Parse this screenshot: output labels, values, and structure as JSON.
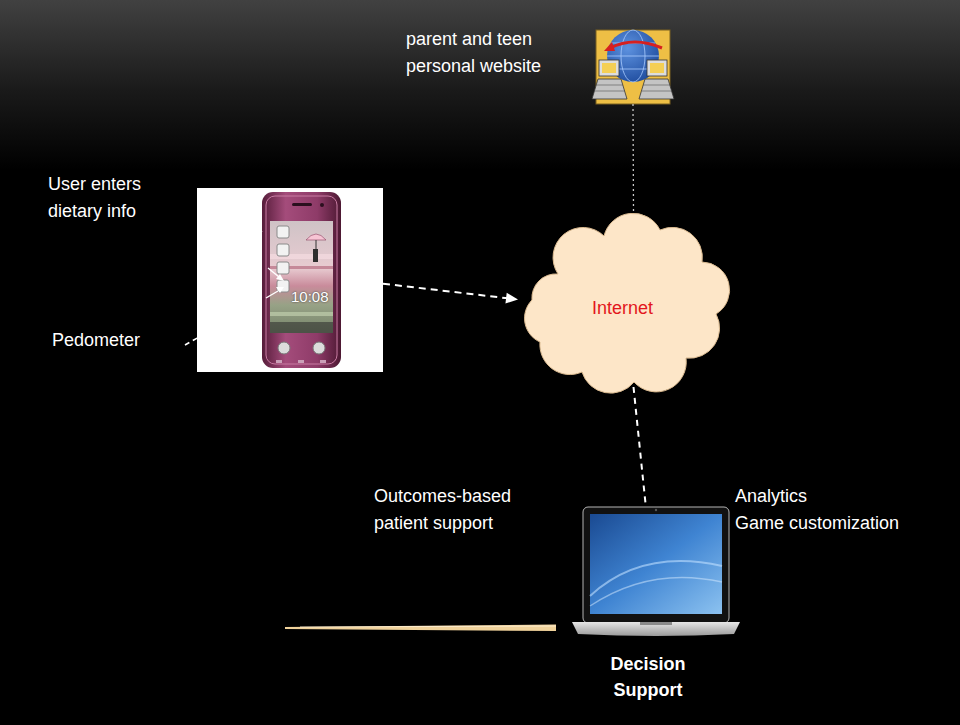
{
  "diagram": {
    "nodes": [
      {
        "text": [
          "parent and teen personal website"
        ]
      },
      {
        "text": [
          "10:08"
        ]
      },
      {
        "text": [
          "Internet"
        ]
      },
      {
        "text": [
          "Decision Support"
        ]
      }
    ],
    "edges": [
      {
        "from": 1,
        "to": 2,
        "arrow": "to"
      },
      {
        "from": 0,
        "to": 2,
        "arrow": "none"
      },
      {
        "from": 2,
        "to": 3,
        "arrow": "none"
      }
    ],
    "labels": [
      "User enters dietary info",
      "Pedometer",
      "Outcomes-based patient support",
      "Analytics",
      "Game customization"
    ]
  }
}
